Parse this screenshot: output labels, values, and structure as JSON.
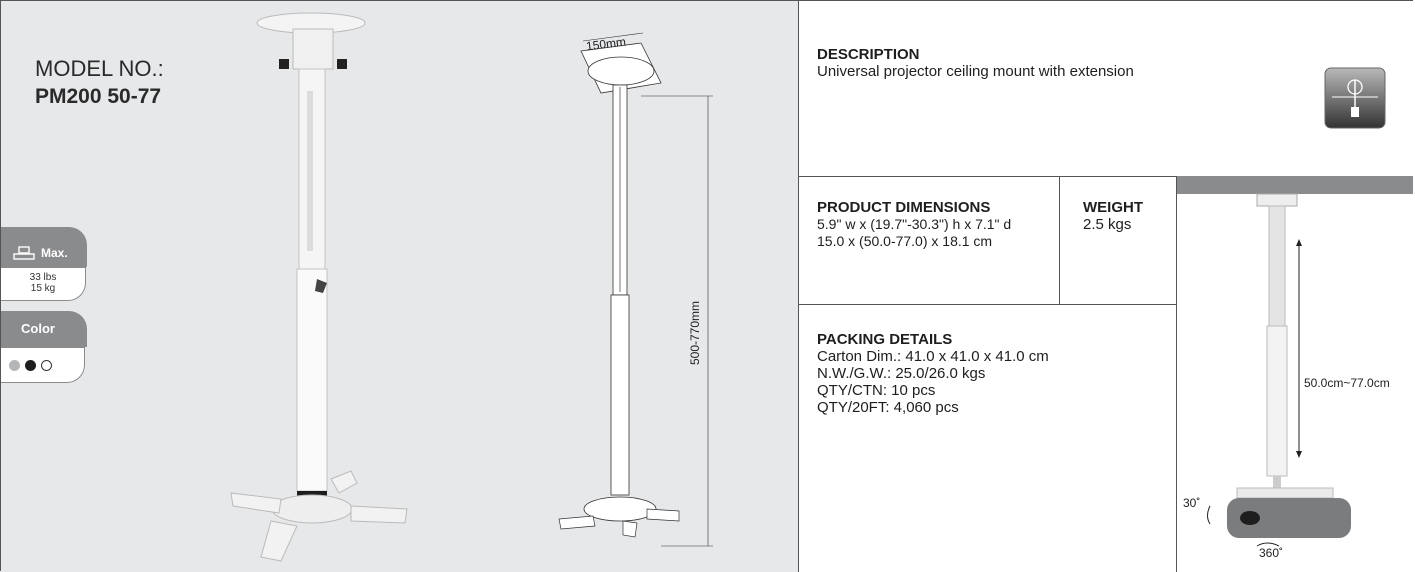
{
  "model": {
    "label": "MODEL NO.:",
    "number": "PM200 50-77"
  },
  "load_tab": {
    "max_label": "Max.",
    "lbs": "33 lbs",
    "kg": "15 kg"
  },
  "color_tab": {
    "label": "Color",
    "swatches": [
      "#b5b6b8",
      "#1e1e1e",
      "#ffffff"
    ]
  },
  "drawing": {
    "top_dim": "150mm",
    "height_dim": "500-770mm"
  },
  "description": {
    "title": "DESCRIPTION",
    "text": "Universal projector ceiling mount with extension"
  },
  "dimensions": {
    "title": "PRODUCT DIMENSIONS",
    "line1": "5.9\" w x (19.7\"-30.3\") h x 7.1\" d",
    "line2": "15.0 x (50.0-77.0) x 18.1 cm"
  },
  "weight": {
    "title": "WEIGHT",
    "value": "2.5 kgs"
  },
  "packing": {
    "title": "PACKING DETAILS",
    "carton": "Carton Dim.: 41.0 x 41.0 x 41.0 cm",
    "weights": "N.W./G.W.: 25.0/26.0 kgs",
    "qty_ctn": "QTY/CTN: 10 pcs",
    "qty_20ft": "QTY/20FT: 4,060 pcs"
  },
  "side_diagram": {
    "range": "50.0cm~77.0cm",
    "tilt": "30˚",
    "rotate": "360˚"
  },
  "colors": {
    "panel_bg": "#e6e8ea",
    "tab_grey": "#8a8b8d",
    "border": "#555555"
  }
}
